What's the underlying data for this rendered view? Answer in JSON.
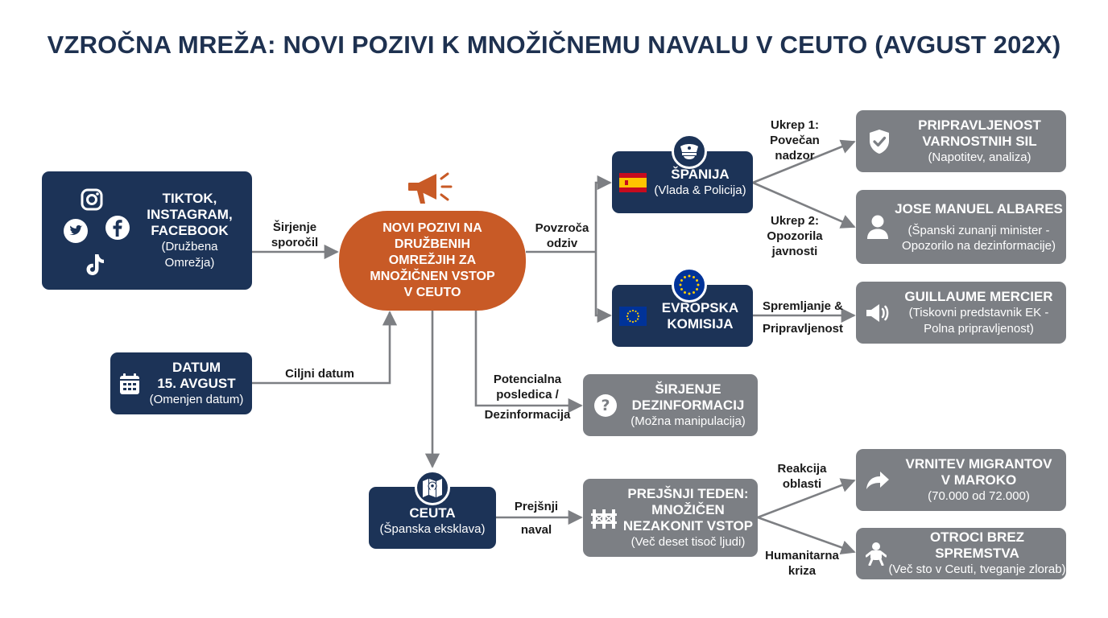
{
  "title": "VZROČNA MREŽA: NOVI POZIVI K MNOŽIČNEMU NAVALU V CEUTO (AVGUST 202X)",
  "nodes": {
    "social": {
      "title_lines": [
        "TIKTOK,",
        "INSTAGRAM,",
        "FACEBOOK"
      ],
      "sub_lines": [
        "(Družbena",
        "Omrežja)"
      ]
    },
    "date": {
      "title_lines": [
        "DATUM",
        "15. AVGUST"
      ],
      "sub_lines": [
        "(Omenjen datum)"
      ]
    },
    "center": {
      "lines": [
        "NOVI POZIVI NA",
        "DRUŽBENIH",
        "OMREŽJIH ZA",
        "MNOŽIČNEN VSTOP",
        "V CEUTO"
      ]
    },
    "spain": {
      "title_lines": [
        "ŠPANIJA"
      ],
      "sub_lines": [
        "(Vlada & Policija)"
      ]
    },
    "ec": {
      "title_lines": [
        "EVROPSKA",
        "KOMISIJA"
      ],
      "sub_lines": []
    },
    "security": {
      "title_lines": [
        "PRIPRAVLJENOST",
        "VARNOSTNIH SIL"
      ],
      "sub_lines": [
        "(Napotitev, analiza)"
      ]
    },
    "albares": {
      "title_lines": [
        "JOSE MANUEL ALBARES"
      ],
      "sub_lines": [
        "(Španski zunanji minister -",
        "Opozorilo na dezinformacije)"
      ]
    },
    "mercier": {
      "title_lines": [
        "GUILLAUME MERCIER"
      ],
      "sub_lines": [
        "(Tiskovni predstavnik EK -",
        "Polna pripravljenost)"
      ]
    },
    "disinfo": {
      "title_lines": [
        "ŠIRJENJE",
        "DEZINFORMACIJ"
      ],
      "sub_lines": [
        "(Možna manipulacija)"
      ]
    },
    "ceuta": {
      "title_lines": [
        "CEUTA"
      ],
      "sub_lines": [
        "(Španska eksklava)"
      ]
    },
    "lastweek": {
      "title_lines": [
        "PREJŠNJI TEDEN:",
        "MNOŽIČEN",
        "NEZAKONIT VSTOP"
      ],
      "sub_lines": [
        "(Več deset tisoč ljudi)"
      ]
    },
    "return": {
      "title_lines": [
        "VRNITEV MIGRANTOV",
        "V MAROKO"
      ],
      "sub_lines": [
        "(70.000 od 72.000)"
      ]
    },
    "children": {
      "title_lines": [
        "OTROCI BREZ SPREMSTVA"
      ],
      "sub_lines": [
        "(Več sto v Ceuti, tveganje zlorab)"
      ]
    }
  },
  "edge_labels": {
    "spread": [
      "Širjenje",
      "sporočil"
    ],
    "target_date": [
      "Ciljni datum"
    ],
    "response": [
      "Povzroča",
      "odziv"
    ],
    "measure1": [
      "Ukrep 1:",
      "Povečan",
      "nadzor"
    ],
    "measure2": [
      "Ukrep 2:",
      "Opozorila",
      "javnosti"
    ],
    "monitoring": [
      "Spremljanje &",
      "Pripravljenost"
    ],
    "consequence": [
      "Potencialna",
      "posledica /",
      "Dezinformacija"
    ],
    "previous": [
      "Prejšnji",
      "naval"
    ],
    "reaction": [
      "Reakcija",
      "oblasti"
    ],
    "humanitarian": [
      "Humanitarna",
      "kriza"
    ]
  },
  "colors": {
    "navy": "#1c3357",
    "gray": "#7c7f84",
    "orange": "#c85a26",
    "arrow": "#7d7f83"
  },
  "icons": {
    "social": [
      "instagram-icon",
      "twitter-icon",
      "facebook-icon",
      "tiktok-icon"
    ],
    "center": "megaphone-icon",
    "spain": [
      "police-cap-icon",
      "spain-flag-icon"
    ],
    "ec": [
      "eu-stars-icon",
      "eu-flag-icon"
    ],
    "security": "shield-check-icon",
    "albares": "person-icon",
    "mercier": "loudspeaker-icon",
    "disinfo": "question-icon",
    "date": "calendar-icon",
    "ceuta": "map-pin-icon",
    "lastweek": "fence-icon",
    "return": "forward-arrow-icon",
    "children": "baby-icon"
  }
}
